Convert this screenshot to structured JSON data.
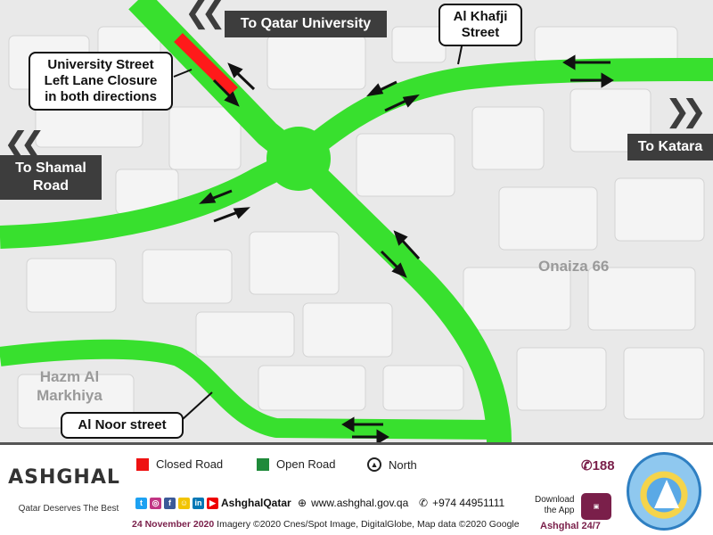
{
  "labels": {
    "to_qatar_university": "To Qatar University",
    "al_khafji_line1": "Al Khafji",
    "al_khafji_line2": "Street",
    "university_callout_line1": "University Street",
    "university_callout_line2": "Left Lane Closure",
    "university_callout_line3": "in both directions",
    "to_shamal_line1": "To Shamal",
    "to_shamal_line2": "Road",
    "to_katara": "To Katara",
    "onaiza": "Onaiza 66",
    "hazm_line1": "Hazm Al",
    "hazm_line2": "Markhiya",
    "al_noor_street": "Al Noor street"
  },
  "legend": {
    "closed_road": "Closed Road",
    "open_road": "Open Road",
    "north": "North",
    "closed_color": "#ee1111",
    "open_color": "#1f8a3a"
  },
  "footer": {
    "brand": "ASHGHAL",
    "tagline": "Qatar Deserves The Best",
    "social_handle": "AshghalQatar",
    "website": "www.ashghal.gov.qa",
    "phone": "+974 44951111",
    "date": "24 November 2020",
    "imagery_credit": "Imagery ©2020 Cnes/Spot Image, DigitalGlobe, Map data ©2020 Google",
    "hotline": "188",
    "download_line1": "Download",
    "download_line2": "the App",
    "app_name": "Ashghal 24/7"
  },
  "colors": {
    "road_green": "#38e02e",
    "closure_red": "#ff1a1a",
    "brand_maroon": "#7a1f4a"
  }
}
